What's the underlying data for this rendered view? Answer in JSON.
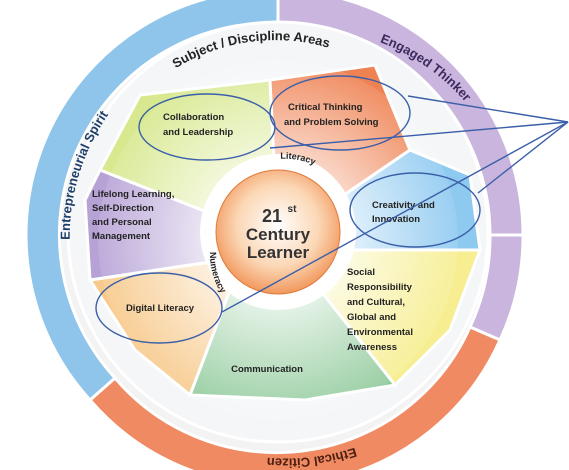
{
  "outer_ring": {
    "top": "Engaged Thinker",
    "left": "Entrepreneurial Spirit",
    "bottom": "Ethical Citizen"
  },
  "middle_ring": {
    "top": "Subject / Discipline Areas"
  },
  "segments": {
    "collaboration": [
      "Collaboration",
      "and Leadership"
    ],
    "critical": [
      "Critical Thinking",
      "and Problem Solving"
    ],
    "creativity": [
      "Creativity and",
      "Innovation"
    ],
    "social": [
      "Social",
      "Responsibility",
      "and Cultural,",
      "Global and",
      "Environmental",
      "Awareness"
    ],
    "communication": [
      "Communication"
    ],
    "digital": [
      "Digital Literacy"
    ],
    "lifelong": [
      "Lifelong Learning,",
      "Self-Direction",
      "and Personal",
      "Management"
    ]
  },
  "core": {
    "number": "21",
    "superscript": "st",
    "line1": "Century",
    "line2": "Learner",
    "arc_top": "Literacy",
    "arc_bottom": "Numeracy"
  },
  "colors": {
    "engaged_band": "#c9b5dd",
    "entrepreneurial_band": "#8fc5ea",
    "ethical_band": "#ef8a63",
    "collaboration": "#d7e88e",
    "critical": "#ef8253",
    "creativity": "#8ec9f0",
    "social": "#f6ee90",
    "communication": "#8fca9a",
    "digital": "#f7c98a",
    "lifelong": "#b7a2d6",
    "core": "#f4a06b",
    "highlight_ellipse": "#3a5fa8"
  }
}
